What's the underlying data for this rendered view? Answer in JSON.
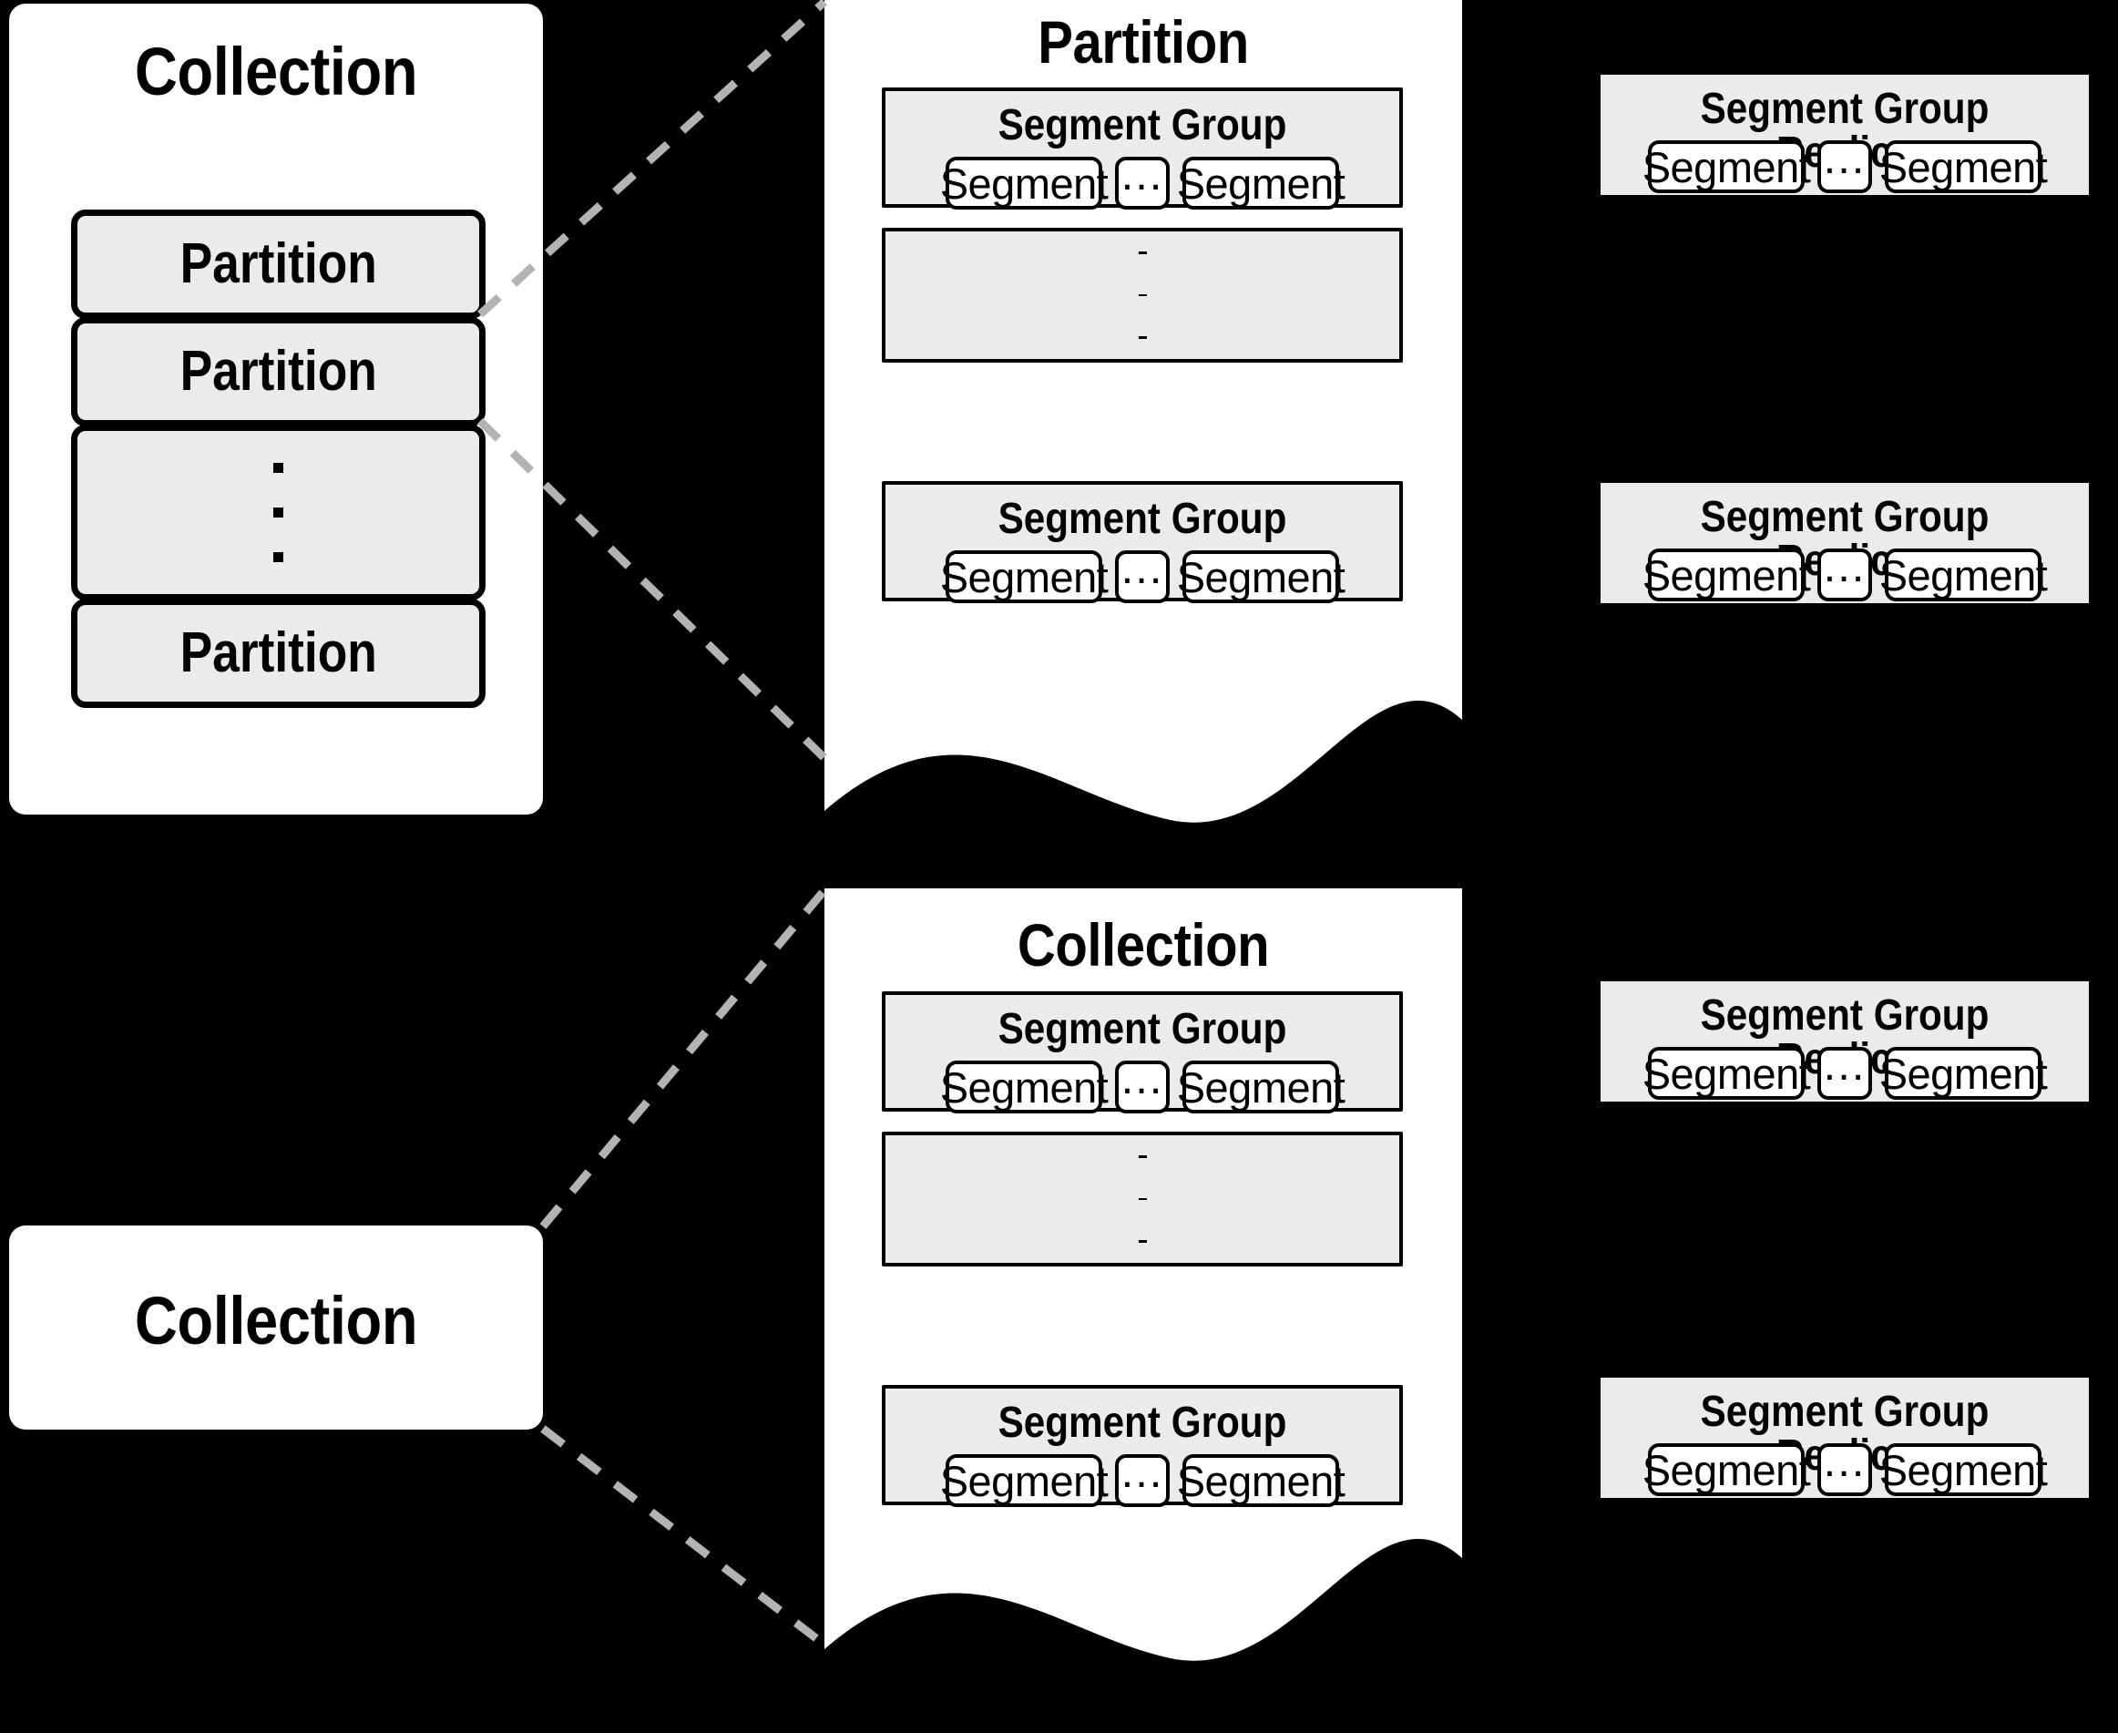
{
  "diagram": {
    "title_top_left": "Collection",
    "title_bottom_left": "Collection",
    "partition_panel_title": "Partition",
    "collection_panel_title": "Collection",
    "labels": {
      "partition": "Partition",
      "segment_group": "Segment Group",
      "segment_group_replica": "Segment Group Replica",
      "segment": "Segment",
      "horizontal_ellipsis": "...",
      "vertical_ellipsis": "⋮"
    },
    "colors": {
      "background": "#000000",
      "panel": "#ffffff",
      "chip_fill": "#ebebeb",
      "stroke": "#000000",
      "dashed_connector": "#b3b3b3"
    }
  },
  "top_left_collection": {
    "title": "Collection",
    "partitions": [
      {
        "type": "partition",
        "label": "Partition"
      },
      {
        "type": "partition",
        "label": "Partition"
      },
      {
        "type": "ellipsis",
        "label": "⋮"
      },
      {
        "type": "partition",
        "label": "Partition"
      }
    ]
  },
  "partition_panel": {
    "title": "Partition",
    "segment_groups": [
      {
        "type": "group",
        "title": "Segment Group",
        "segments": [
          "Segment",
          "...",
          "Segment"
        ]
      },
      {
        "type": "ellipsis",
        "label": "⋮"
      },
      {
        "type": "group",
        "title": "Segment Group",
        "segments": [
          "Segment",
          "...",
          "Segment"
        ]
      }
    ]
  },
  "partition_replicas": [
    {
      "title": "Segment Group Replica",
      "segments": [
        "Segment",
        "...",
        "Segment"
      ]
    },
    {
      "title": "Segment Group Replica",
      "segments": [
        "Segment",
        "...",
        "Segment"
      ]
    }
  ],
  "bottom_left_collection": {
    "title": "Collection"
  },
  "collection_panel": {
    "title": "Collection",
    "segment_groups": [
      {
        "type": "group",
        "title": "Segment Group",
        "segments": [
          "Segment",
          "...",
          "Segment"
        ]
      },
      {
        "type": "ellipsis",
        "label": "⋮"
      },
      {
        "type": "group",
        "title": "Segment Group",
        "segments": [
          "Segment",
          "...",
          "Segment"
        ]
      }
    ]
  },
  "collection_replicas": [
    {
      "title": "Segment Group Replica",
      "segments": [
        "Segment",
        "...",
        "Segment"
      ]
    },
    {
      "title": "Segment Group Replica",
      "segments": [
        "Segment",
        "...",
        "Segment"
      ]
    }
  ]
}
